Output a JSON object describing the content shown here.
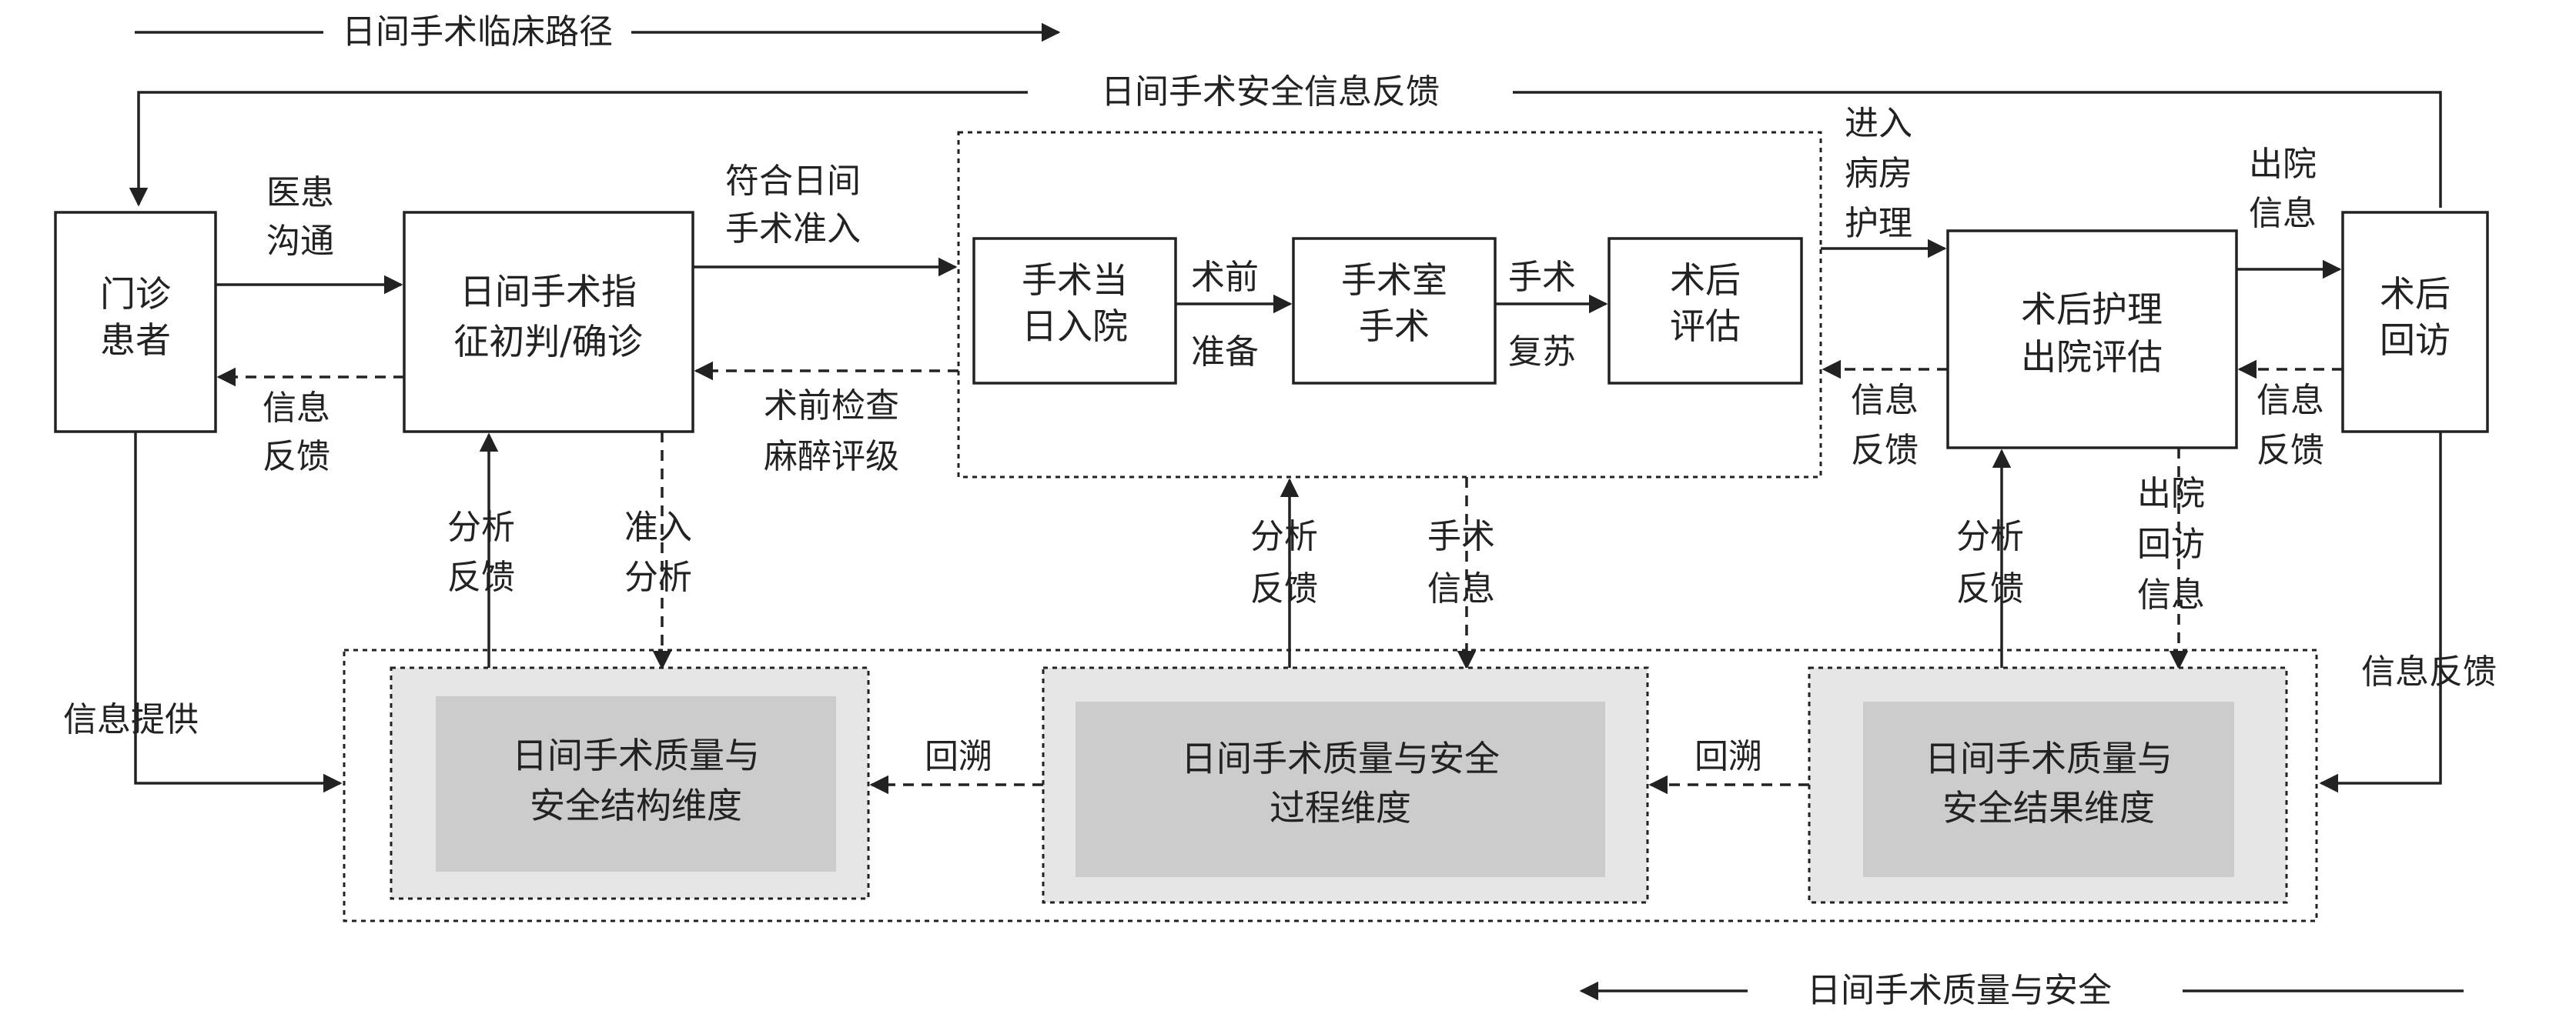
{
  "legend": {
    "path": "日间手术临床路径",
    "quality": "日间手术质量与安全"
  },
  "top_feedback": "日间手术安全信息反馈",
  "nodes": {
    "outpatient": [
      "门诊",
      "患者"
    ],
    "indication": [
      "日间手术指",
      "征初判/确诊"
    ],
    "admission": [
      "手术当",
      "日入院"
    ],
    "or_surgery": [
      "手术室",
      "手术"
    ],
    "post_eval": [
      "术后",
      "评估"
    ],
    "nursing": [
      "术后护理",
      "出院评估"
    ],
    "followup": [
      "术后",
      "回访"
    ]
  },
  "dimensions": {
    "structure": [
      "日间手术质量与",
      "安全结构维度"
    ],
    "process": [
      "日间手术质量与安全",
      "过程维度"
    ],
    "result": [
      "日间手术质量与",
      "安全结果维度"
    ]
  },
  "labels": {
    "doctor_patient": [
      "医患",
      "沟通"
    ],
    "info_feedback_1": [
      "信息",
      "反馈"
    ],
    "meets_admission": [
      "符合日间",
      "手术准入"
    ],
    "preop_check": [
      "术前检查",
      "麻醉评级"
    ],
    "preop_prep": [
      "术前",
      "准备"
    ],
    "surgery_recovery": [
      "手术",
      "复苏"
    ],
    "enter_ward": [
      "进入",
      "病房",
      "护理"
    ],
    "info_feedback_2": [
      "信息",
      "反馈"
    ],
    "discharge_info": [
      "出院",
      "信息"
    ],
    "info_feedback_3": [
      "信息",
      "反馈"
    ],
    "analysis_fb_1": [
      "分析",
      "反馈"
    ],
    "admission_analysis": [
      "准入",
      "分析"
    ],
    "analysis_fb_2": [
      "分析",
      "反馈"
    ],
    "surgery_info": [
      "手术",
      "信息"
    ],
    "analysis_fb_3": [
      "分析",
      "反馈"
    ],
    "discharge_followup_info": [
      "出院",
      "回访",
      "信息"
    ],
    "info_provide": "信息提供",
    "info_feedback_right": "信息反馈",
    "trace_1": "回溯",
    "trace_2": "回溯"
  }
}
